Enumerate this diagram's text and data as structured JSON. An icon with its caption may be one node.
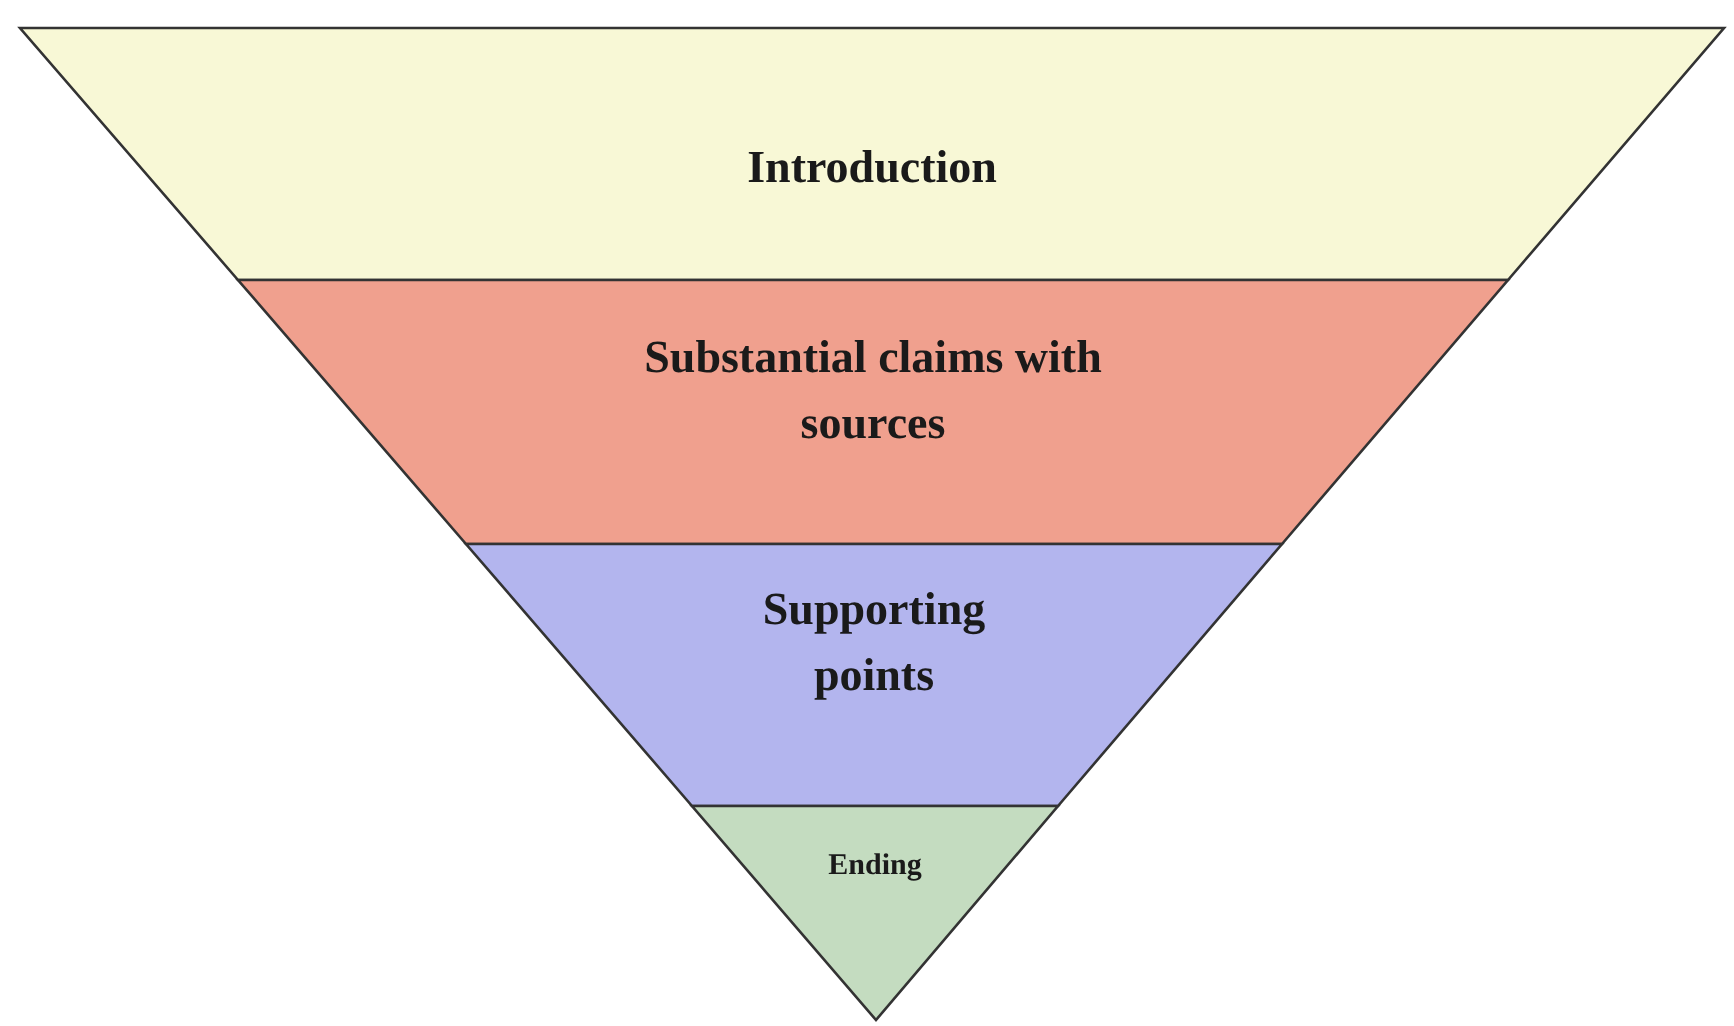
{
  "diagram": {
    "nodes": [
      {
        "text": [
          "Introduction"
        ]
      },
      {
        "text": [
          "Substantial claims with sources"
        ]
      },
      {
        "text": [
          "Supporting points"
        ]
      },
      {
        "text": [
          "Ending"
        ]
      }
    ]
  }
}
